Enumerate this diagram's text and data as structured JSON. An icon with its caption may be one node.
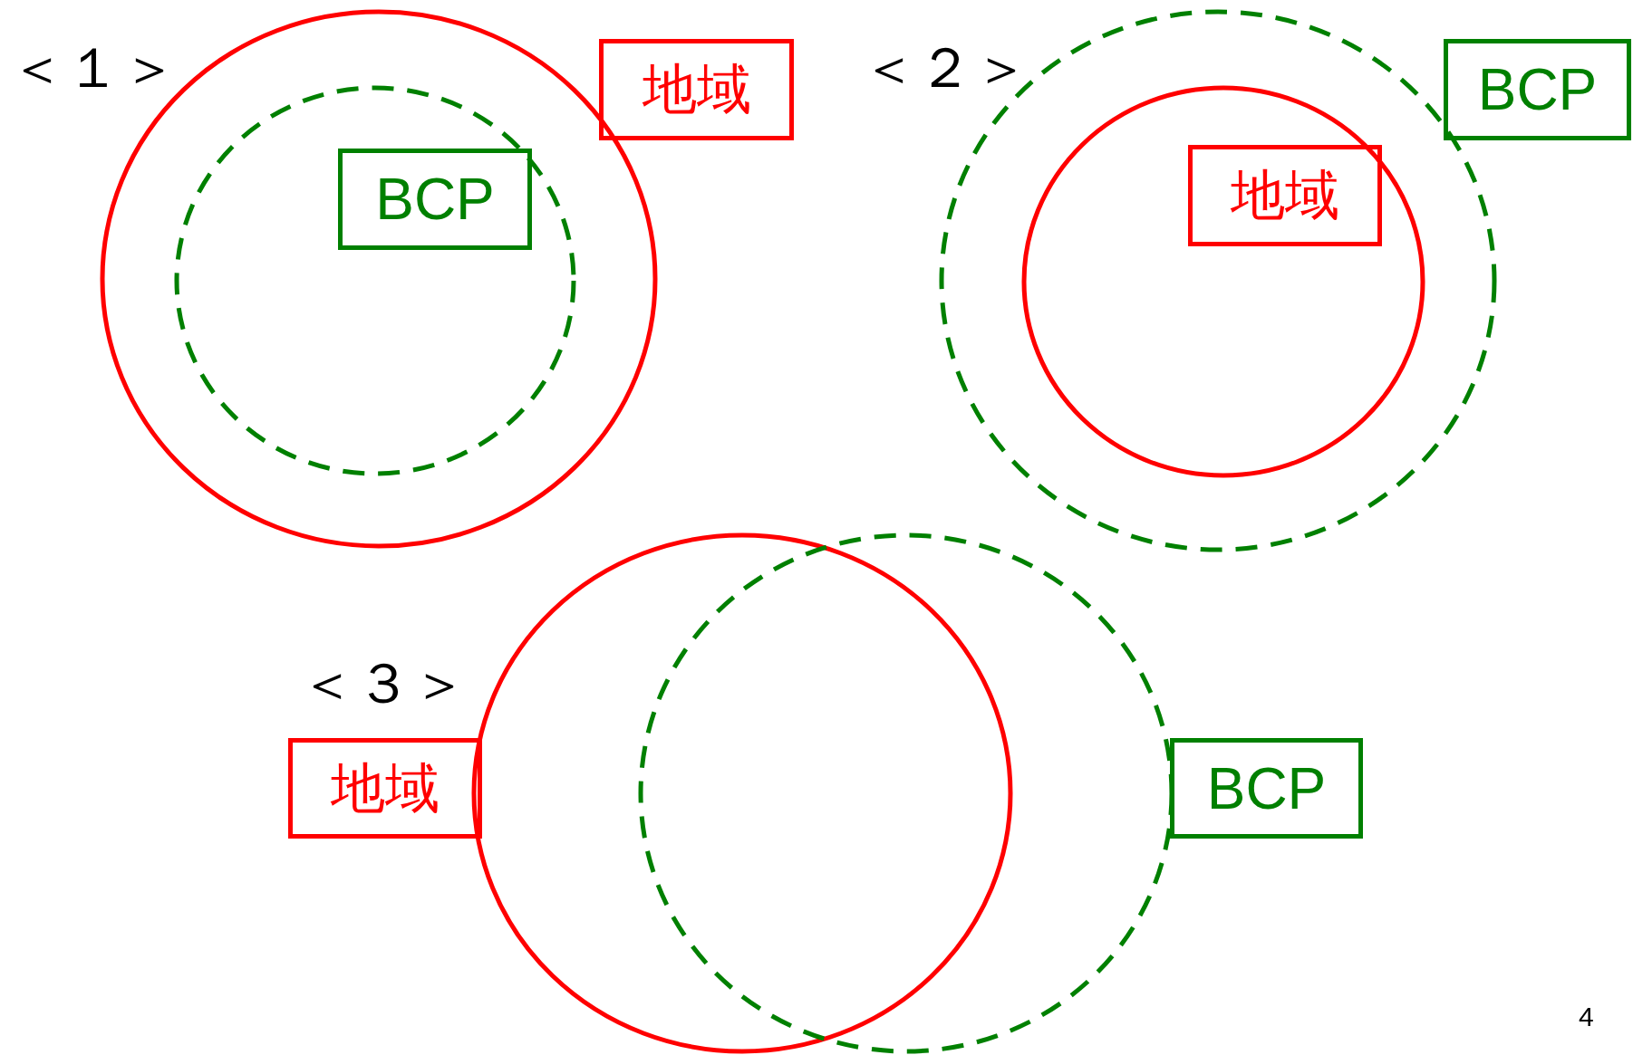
{
  "diagram": {
    "nodes": [
      {
        "text": [],
        "shape": "circle"
      },
      {
        "text": [],
        "shape": "circle",
        "in": 0
      },
      {
        "text": [
          "地域"
        ]
      },
      {
        "text": [
          "BCP"
        ],
        "in": 1
      },
      {
        "text": [],
        "shape": "circle"
      },
      {
        "text": [],
        "shape": "circle",
        "in": 4
      },
      {
        "text": [
          "BCP"
        ]
      },
      {
        "text": [
          "地域"
        ],
        "in": 5
      },
      {
        "text": [],
        "shape": "circle"
      },
      {
        "text": [],
        "shape": "circle"
      },
      {
        "text": [
          "地域"
        ]
      },
      {
        "text": [
          "BCP"
        ]
      }
    ],
    "labels": [
      "＜１＞",
      "＜２＞",
      "＜３＞",
      "4"
    ]
  }
}
